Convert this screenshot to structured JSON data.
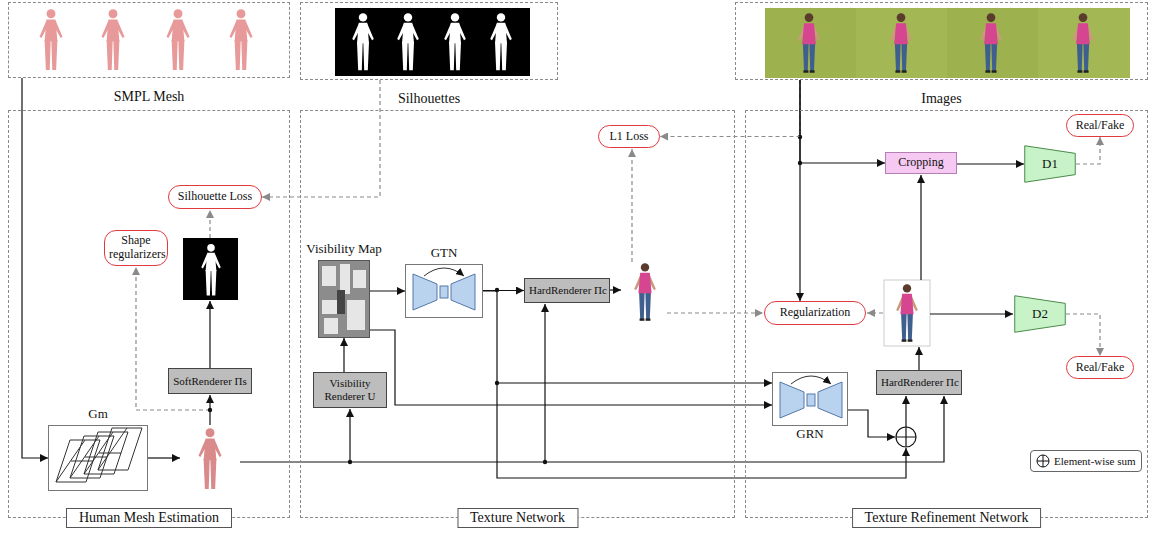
{
  "diagram": {
    "nodes": [
      {
        "text": [
          "SMPL Mesh"
        ]
      },
      {
        "text": [
          "Silhouettes"
        ]
      },
      {
        "text": [
          "Images"
        ]
      },
      {
        "text": [
          "Human Mesh Estimation"
        ]
      },
      {
        "text": [
          "Silhouette Loss"
        ],
        "in": 3
      },
      {
        "text": [
          "Shape regularizers"
        ],
        "in": 3
      },
      {
        "text": [
          "SoftRenderer Πs"
        ],
        "in": 3
      },
      {
        "text": [
          "Gm"
        ],
        "in": 3
      },
      {
        "text": [
          "Texture Network"
        ]
      },
      {
        "text": [
          "Visibility Map"
        ],
        "in": 8
      },
      {
        "text": [
          "Visibility Renderer U"
        ],
        "in": 8
      },
      {
        "text": [
          "GTN"
        ],
        "in": 8
      },
      {
        "text": [
          "HardRenderer Πc"
        ],
        "in": 8
      },
      {
        "text": [
          "L1 Loss"
        ],
        "in": 8
      },
      {
        "text": [
          "Texture Refinement Network"
        ]
      },
      {
        "text": [
          "Real/Fake"
        ],
        "in": 14
      },
      {
        "text": [
          "Cropping"
        ],
        "in": 14
      },
      {
        "text": [
          "D1"
        ],
        "in": 14
      },
      {
        "text": [
          "Regularization"
        ],
        "in": 14
      },
      {
        "text": [
          "D2"
        ],
        "in": 14
      },
      {
        "text": [
          "Real/Fake"
        ],
        "in": 14
      },
      {
        "text": [
          "GRN"
        ],
        "in": 14
      },
      {
        "text": [
          "HardRenderer Πc"
        ],
        "in": 14
      }
    ],
    "edges": [
      {
        "from": 0,
        "to": 7,
        "arrow": "to"
      },
      {
        "from": 1,
        "to": 4,
        "arrow": "to"
      },
      {
        "from": 10,
        "to": 9,
        "arrow": "to"
      },
      {
        "from": 9,
        "to": 11,
        "arrow": "to"
      },
      {
        "from": 11,
        "to": 12,
        "arrow": "to"
      },
      {
        "from": 11,
        "to": 21,
        "arrow": "to"
      },
      {
        "from": 9,
        "to": 21,
        "arrow": "to"
      },
      {
        "from": 2,
        "to": 13,
        "arrow": "to"
      },
      {
        "from": 2,
        "to": 16,
        "arrow": "to"
      },
      {
        "from": 2,
        "to": 18,
        "arrow": "to"
      },
      {
        "from": 16,
        "to": 17,
        "arrow": "to"
      },
      {
        "from": 17,
        "to": 15,
        "arrow": "to"
      },
      {
        "from": 19,
        "to": 20,
        "arrow": "to"
      }
    ],
    "legend": [
      {
        "text": "Element-wise sum"
      }
    ]
  }
}
